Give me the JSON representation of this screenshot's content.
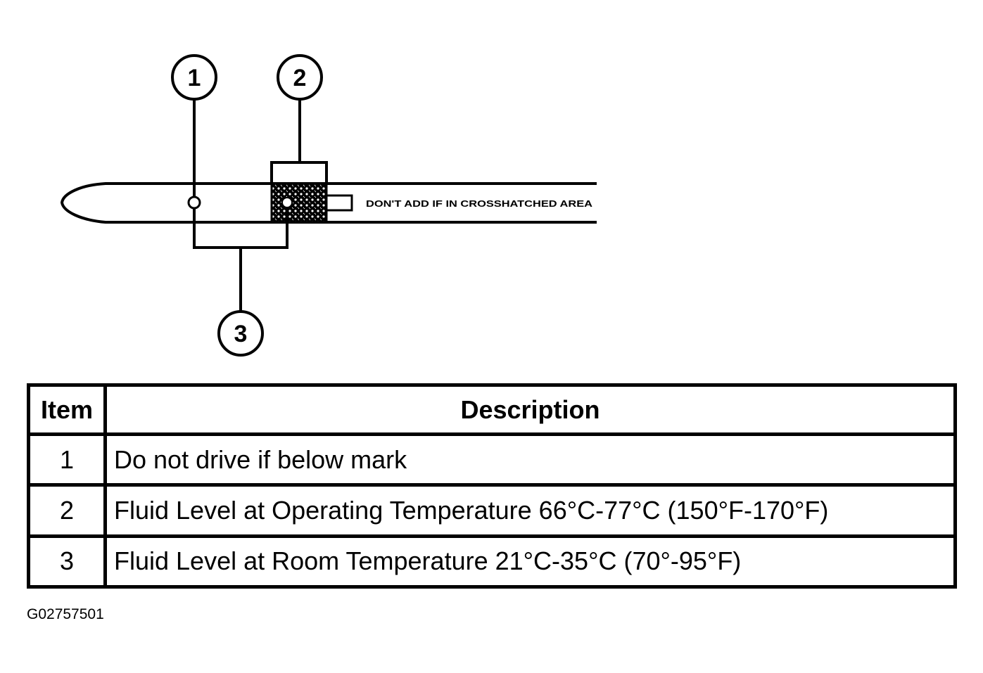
{
  "diagram": {
    "callouts": [
      {
        "number": "1"
      },
      {
        "number": "2"
      },
      {
        "number": "3"
      }
    ],
    "stick_text": "DON'T ADD IF IN CROSSHATCHED AREA"
  },
  "table": {
    "headers": {
      "item": "Item",
      "description": "Description"
    },
    "rows": [
      {
        "item": "1",
        "description": "Do not drive if below mark"
      },
      {
        "item": "2",
        "description": "Fluid Level at Operating Temperature 66°C-77°C (150°F-170°F)"
      },
      {
        "item": "3",
        "description": "Fluid Level at Room Temperature 21°C-35°C (70°-95°F)"
      }
    ]
  },
  "figure_id": "G02757501"
}
